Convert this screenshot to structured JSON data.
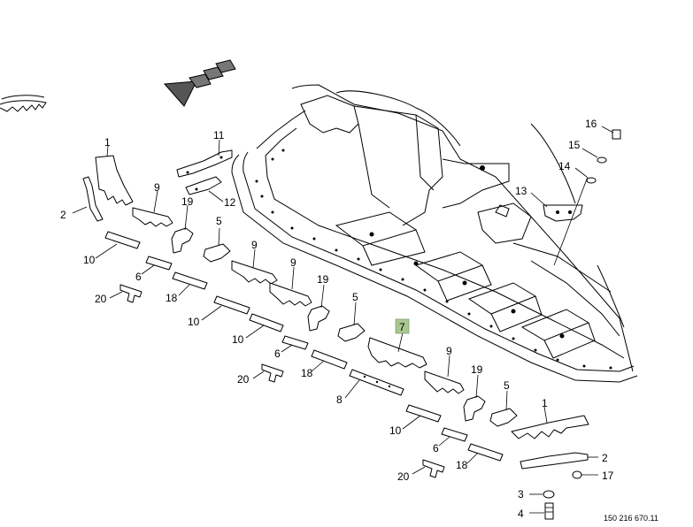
{
  "drawing": {
    "reference_code": "150 216 670.11",
    "highlight_color": "#a8c890",
    "highlighted_part": "7",
    "direction_icon": "direction-arrow-icon",
    "callouts": [
      {
        "id": "c1a",
        "text": "1"
      },
      {
        "id": "c2a",
        "text": "2"
      },
      {
        "id": "c9a",
        "text": "9"
      },
      {
        "id": "c10a",
        "text": "10"
      },
      {
        "id": "c11",
        "text": "11"
      },
      {
        "id": "c12",
        "text": "12"
      },
      {
        "id": "c19a",
        "text": "19"
      },
      {
        "id": "c5a",
        "text": "5"
      },
      {
        "id": "c6a",
        "text": "6"
      },
      {
        "id": "c18a",
        "text": "18"
      },
      {
        "id": "c20a",
        "text": "20"
      },
      {
        "id": "c9b",
        "text": "9"
      },
      {
        "id": "c9c",
        "text": "9"
      },
      {
        "id": "c10b",
        "text": "10"
      },
      {
        "id": "c10c",
        "text": "10"
      },
      {
        "id": "c19b",
        "text": "19"
      },
      {
        "id": "c5b",
        "text": "5"
      },
      {
        "id": "c6b",
        "text": "6"
      },
      {
        "id": "c7",
        "text": "7"
      },
      {
        "id": "c20b",
        "text": "20"
      },
      {
        "id": "c18b",
        "text": "18"
      },
      {
        "id": "c8",
        "text": "8"
      },
      {
        "id": "c9d",
        "text": "9"
      },
      {
        "id": "c19c",
        "text": "19"
      },
      {
        "id": "c5c",
        "text": "5"
      },
      {
        "id": "c10d",
        "text": "10"
      },
      {
        "id": "c6c",
        "text": "6"
      },
      {
        "id": "c18c",
        "text": "18"
      },
      {
        "id": "c20c",
        "text": "20"
      },
      {
        "id": "c1b",
        "text": "1"
      },
      {
        "id": "c2b",
        "text": "2"
      },
      {
        "id": "c3",
        "text": "3"
      },
      {
        "id": "c17",
        "text": "17"
      },
      {
        "id": "c4",
        "text": "4"
      },
      {
        "id": "c13",
        "text": "13"
      },
      {
        "id": "c14",
        "text": "14"
      },
      {
        "id": "c15",
        "text": "15"
      },
      {
        "id": "c16",
        "text": "16"
      }
    ]
  }
}
